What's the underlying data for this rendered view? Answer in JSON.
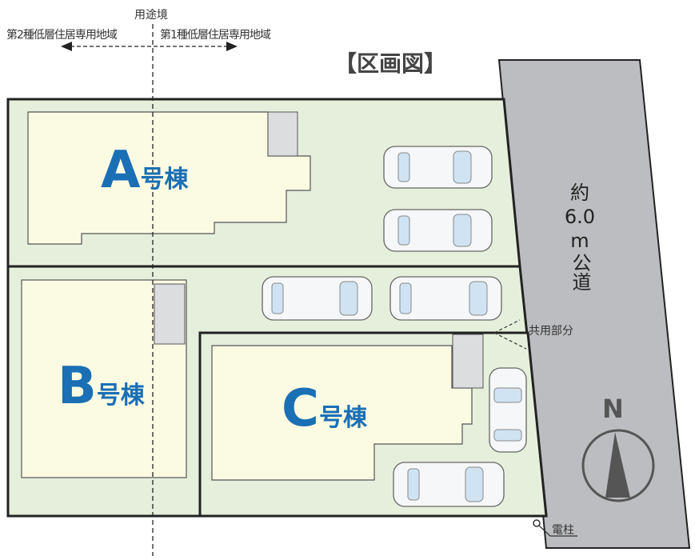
{
  "zoning": {
    "boundary_label": "用途境",
    "left_zone": "第2種低層住居専用地域",
    "right_zone": "第1種低層住居専用地域"
  },
  "title": "【区画図】",
  "road": {
    "line1": "約",
    "line2": "6.0",
    "line3": "m",
    "line4": "公道"
  },
  "lots": [
    {
      "letter": "A",
      "suffix": "号棟"
    },
    {
      "letter": "B",
      "suffix": "号棟"
    },
    {
      "letter": "C",
      "suffix": "号棟"
    }
  ],
  "shared_area_label": "共用部分",
  "utility_pole_label": "電柱",
  "compass_label": "N",
  "colors": {
    "lot": "#e6efdc",
    "building": "#fbfbe3",
    "road": "#bcbdc0",
    "label": "#1a6fb5"
  }
}
